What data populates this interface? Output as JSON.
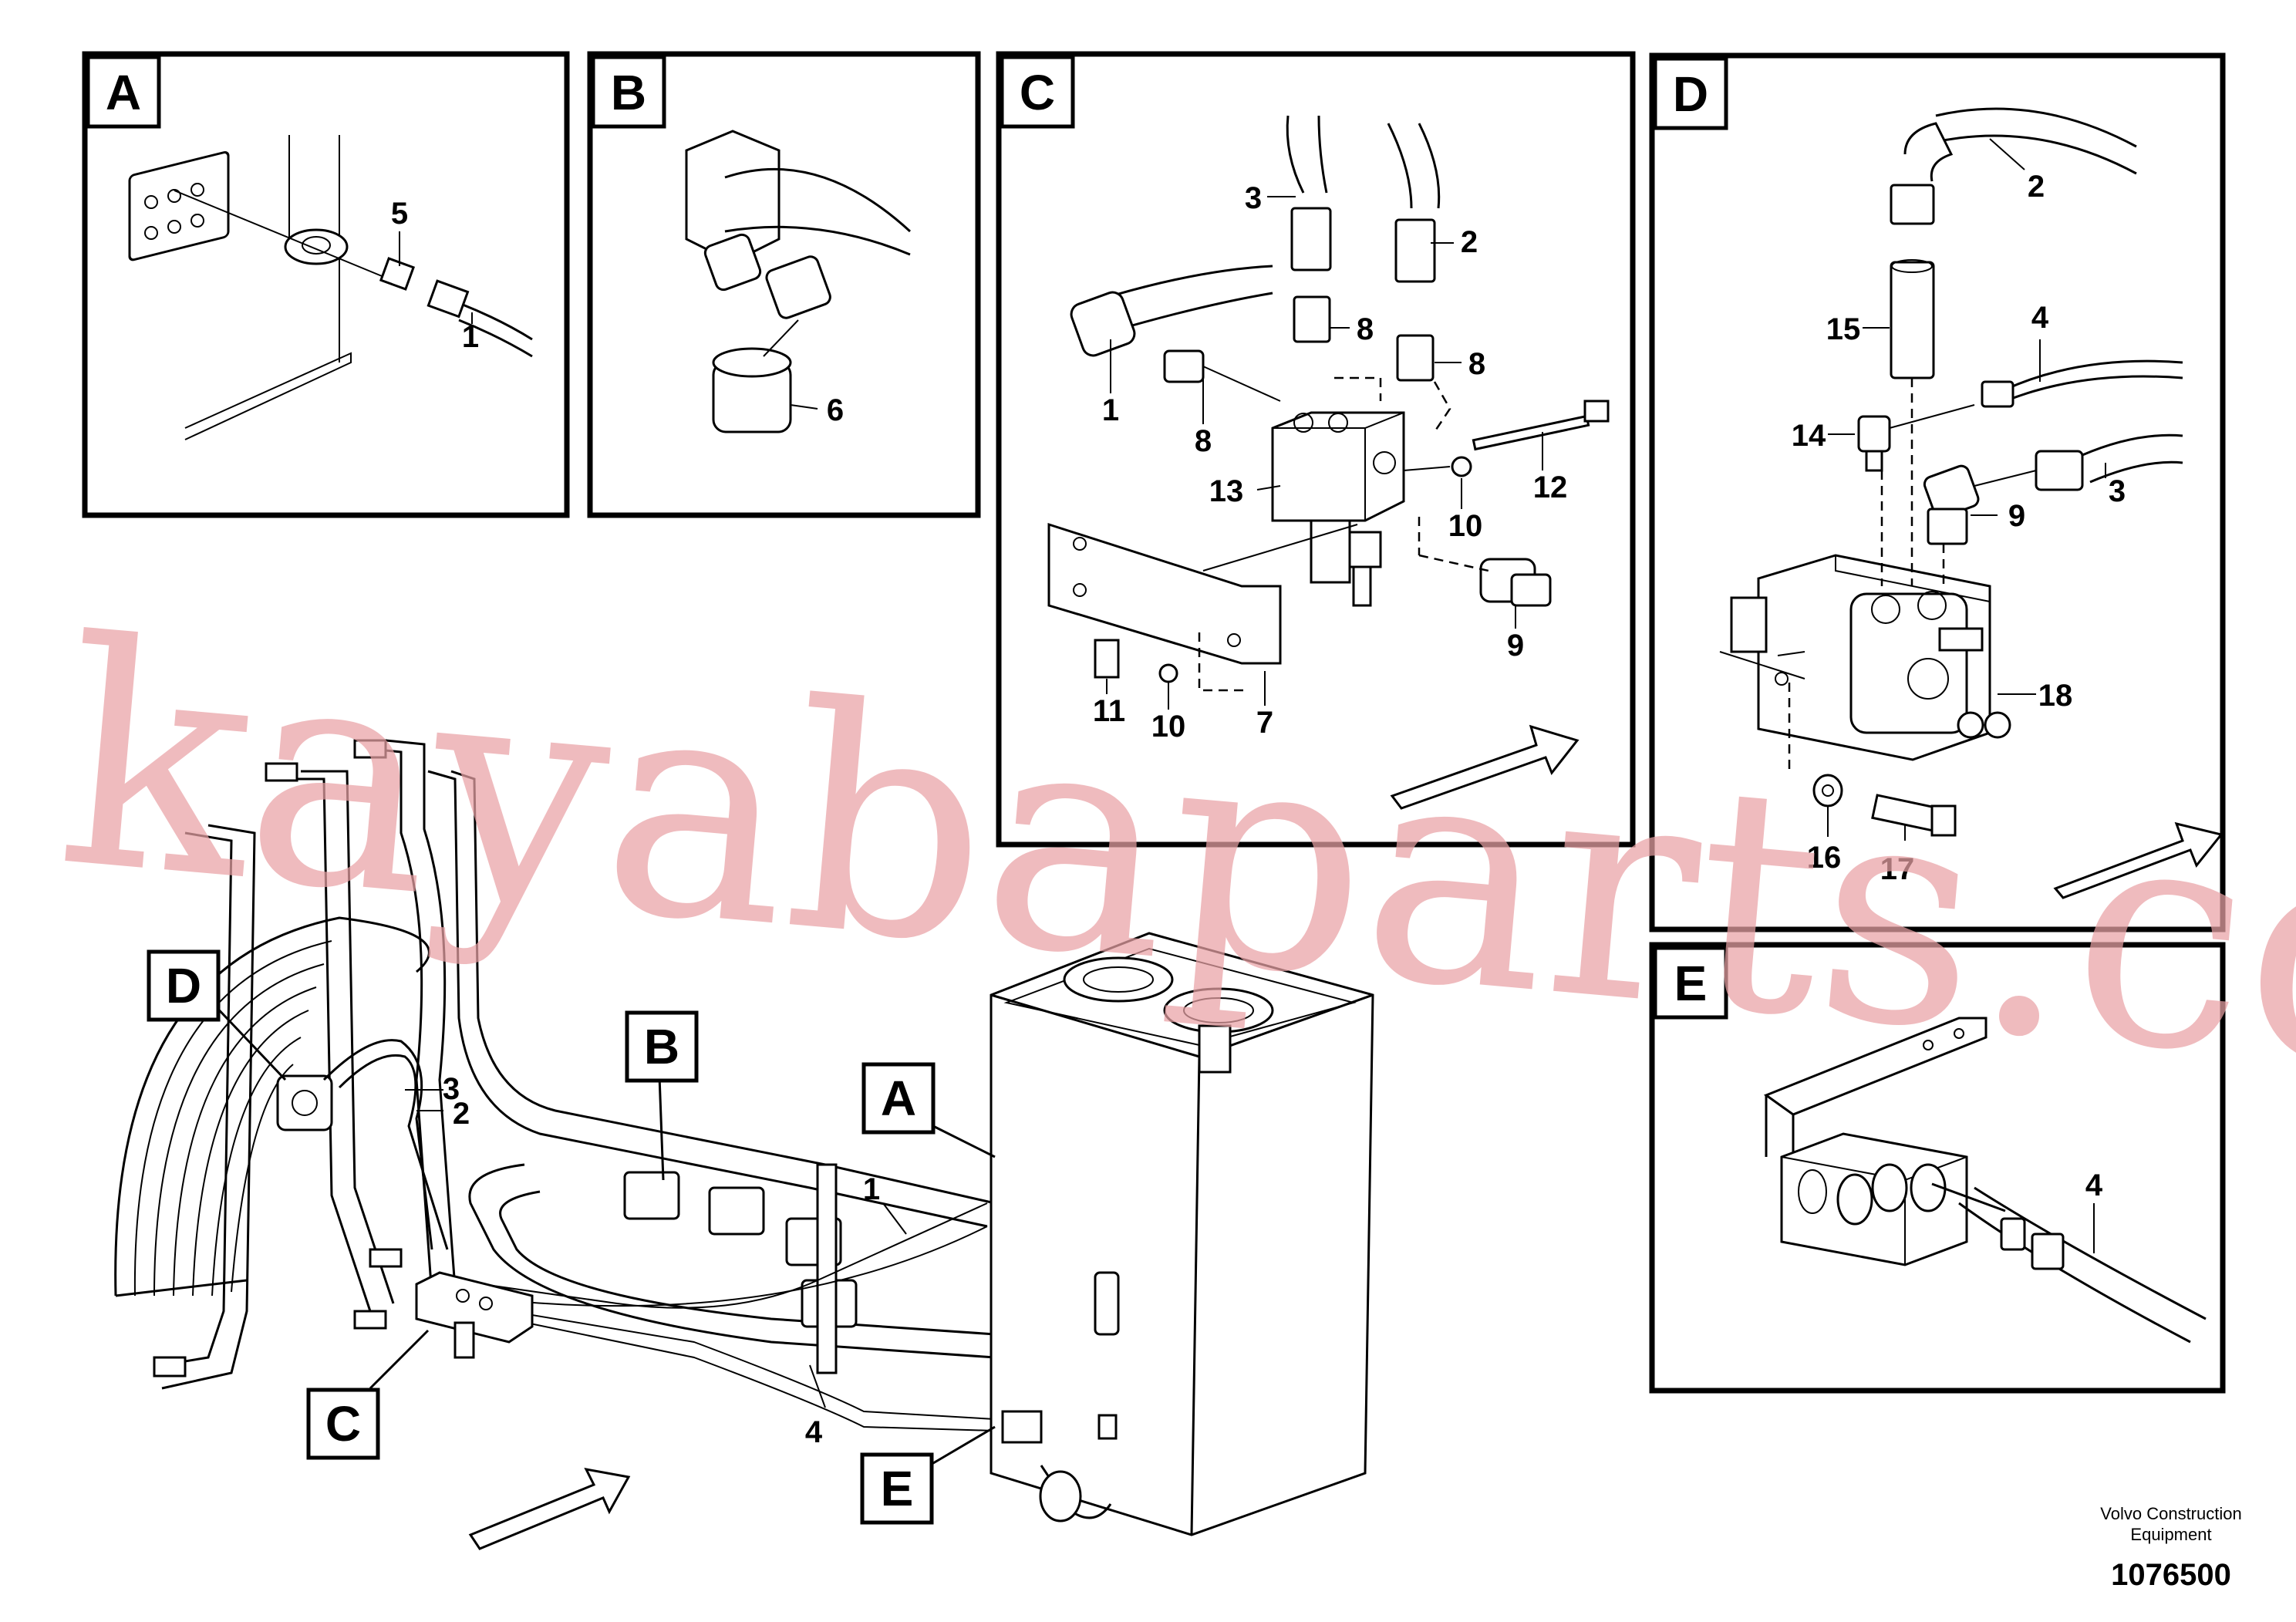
{
  "panels": {
    "A": {
      "tag": "A",
      "labels": {
        "p5": "5",
        "p1": "1"
      }
    },
    "B": {
      "tag": "B",
      "labels": {
        "p6": "6"
      }
    },
    "C": {
      "tag": "C",
      "labels": {
        "p3": "3",
        "p2": "2",
        "p8a": "8",
        "p8b": "8",
        "p8c": "8",
        "p1": "1",
        "p13": "13",
        "p10a": "10",
        "p12": "12",
        "p9": "9",
        "p11": "11",
        "p10b": "10",
        "p7": "7"
      }
    },
    "D": {
      "tag": "D",
      "labels": {
        "p2": "2",
        "p15": "15",
        "p4": "4",
        "p14": "14",
        "p3": "3",
        "p9": "9",
        "p18": "18",
        "p16": "16",
        "p17": "17"
      }
    },
    "E": {
      "tag": "E",
      "labels": {
        "p4": "4"
      }
    }
  },
  "main": {
    "tags": {
      "D": "D",
      "B": "B",
      "A": "A",
      "C": "C",
      "E": "E"
    },
    "labels": {
      "p3": "3",
      "p2": "2",
      "p1": "1",
      "p4": "4"
    }
  },
  "watermark": "kayabaparts.com",
  "footer": {
    "line1": "Volvo Construction",
    "line2": "Equipment",
    "code": "1076500"
  },
  "colors": {
    "line": "#000000",
    "watermark": "#e9a2a6",
    "background": "#ffffff"
  }
}
